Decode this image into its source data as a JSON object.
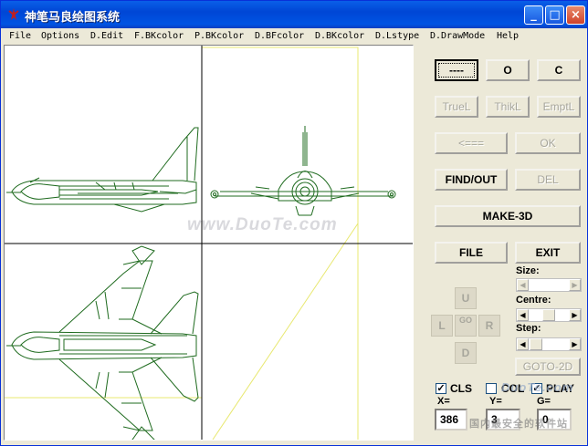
{
  "window": {
    "title": "神笔马良绘图系统",
    "controls": {
      "minimize": "_",
      "maximize": "□",
      "close": "×"
    }
  },
  "menu": [
    "File",
    "Options",
    "D.Edit",
    "F.BKcolor",
    "P.BKcolor",
    "D.BFcolor",
    "D.BKcolor",
    "D.Lstype",
    "D.DrawMode",
    "Help"
  ],
  "buttons": {
    "dashes": "----",
    "o": "O",
    "c": "C",
    "truel": "TrueL",
    "thikl": "ThikL",
    "emptl": "EmptL",
    "arrow": "<===",
    "ok": "OK",
    "find_out": "FIND/OUT",
    "del": "DEL",
    "make3d": "MAKE-3D",
    "file": "FILE",
    "exit": "EXIT",
    "goto2d": "GOTO-2D"
  },
  "dpad": {
    "up": "U",
    "left": "L",
    "right": "R",
    "down": "D",
    "center": "GO"
  },
  "sliders": {
    "size": "Size:",
    "centre": "Centre:",
    "step": "Step:"
  },
  "checkboxes": {
    "cls": {
      "label": "CLS",
      "checked": true
    },
    "col": {
      "label": "COL",
      "checked": false
    },
    "play": {
      "label": "PLAY",
      "checked": true
    }
  },
  "coords": {
    "x_label": "X=",
    "y_label": "Y=",
    "g_label": "G=",
    "x": "386",
    "y": "3",
    "g": "0"
  },
  "watermark": {
    "main": "www.DuoTe.com",
    "corner": "DuoTe.com",
    "corner_sub": "国内最安全的软件站"
  },
  "colors": {
    "drawing": "#1f6b1f",
    "guide": "#e8e870",
    "divider": "#000000",
    "titlebar": "#0054e3"
  }
}
